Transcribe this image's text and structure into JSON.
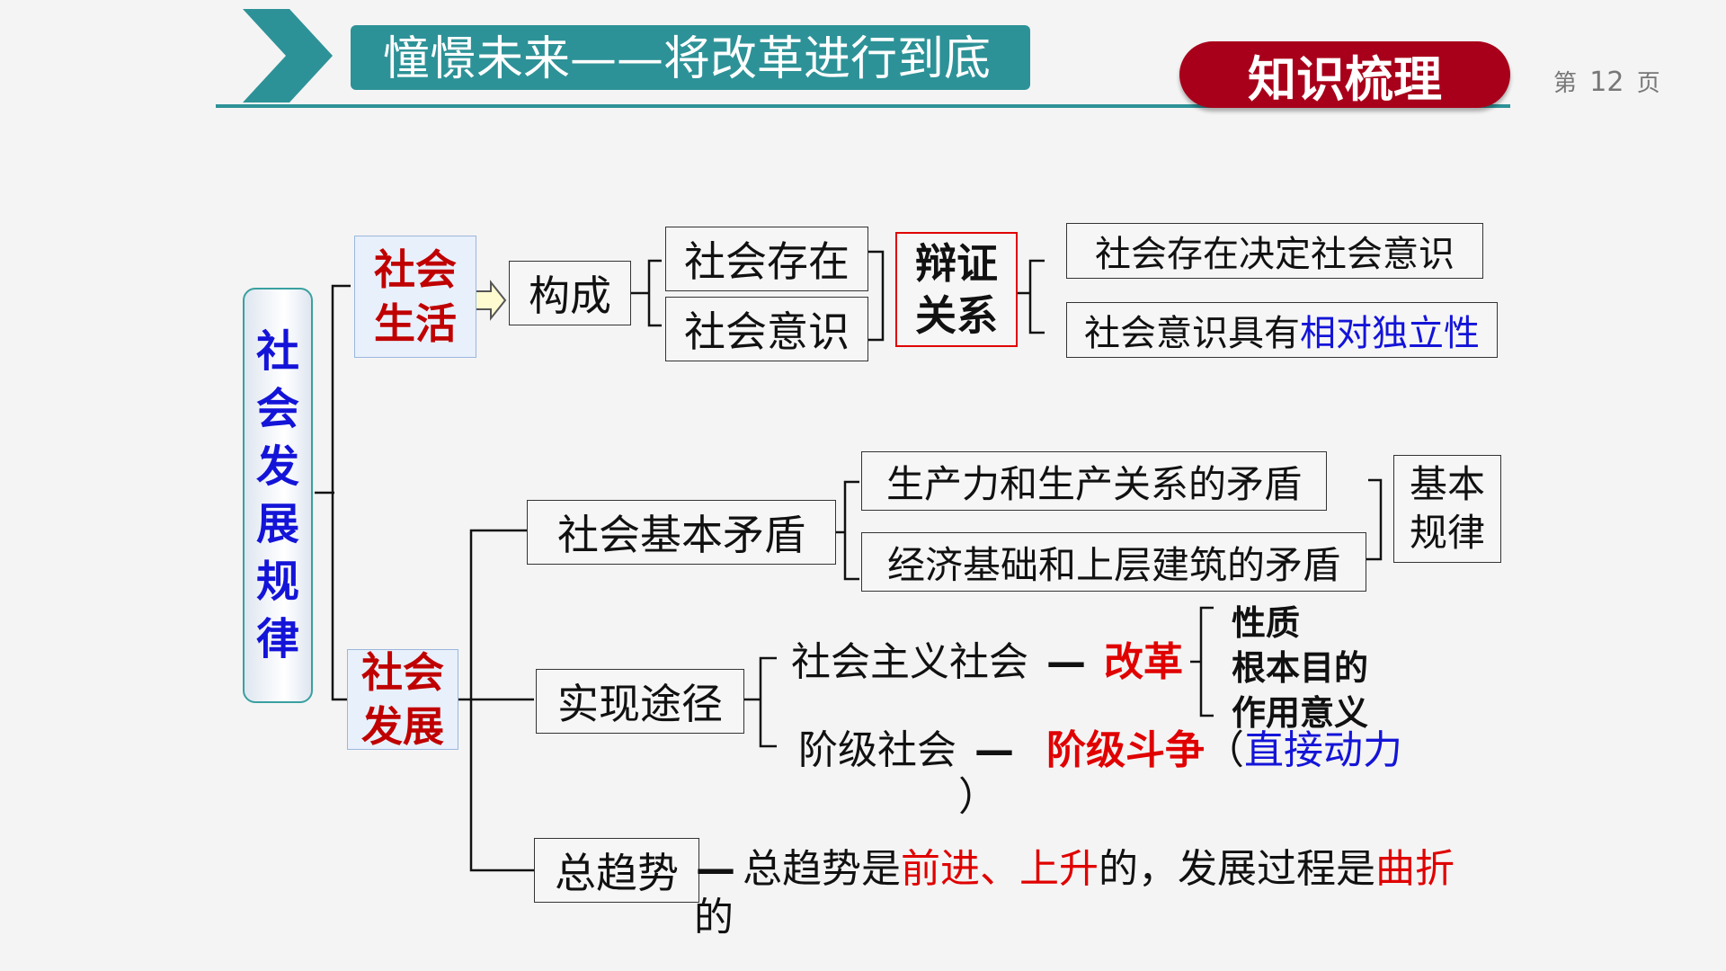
{
  "header": {
    "title": "憧憬未来——将改革进行到底",
    "badge": "知识梳理",
    "page_prefix": "第",
    "page_number": "12",
    "page_suffix": "页",
    "colors": {
      "teal": "#2d9297",
      "badge_red": "#a8001a"
    }
  },
  "root": {
    "label": "社\n会\n发\n展\n规\n律"
  },
  "social_life": {
    "label": "社会\n生活",
    "composition": "构成",
    "existence": "社会存在",
    "consciousness": "社会意识",
    "dialectic": "辩证\n关系",
    "rule1": "社会存在决定社会意识",
    "rule2_prefix": "社会意识具有",
    "rule2_highlight": "相对独立性"
  },
  "social_dev": {
    "label": "社会\n发展",
    "contradiction": {
      "label": "社会基本矛盾",
      "item1": "生产力和生产关系的矛盾",
      "item2": "经济基础和上层建筑的矛盾",
      "law": "基本\n规律"
    },
    "path": {
      "label": "实现途径",
      "socialist": "社会主义社会",
      "dash1": "—",
      "reform": "改革",
      "reform_items": [
        "性质",
        "根本目的",
        "作用意义"
      ],
      "class_society": "阶级社会",
      "dash2": "—",
      "class_struggle": "阶级斗争",
      "paren_open": "（",
      "direct_force": "直接动力",
      "paren_close": "）"
    },
    "trend": {
      "label": "总趋势",
      "dash": "—",
      "part1": "总趋势是",
      "part2": "前进、上升",
      "part3": "的，发展过程是",
      "part4": "曲折",
      "part5": "的"
    }
  }
}
